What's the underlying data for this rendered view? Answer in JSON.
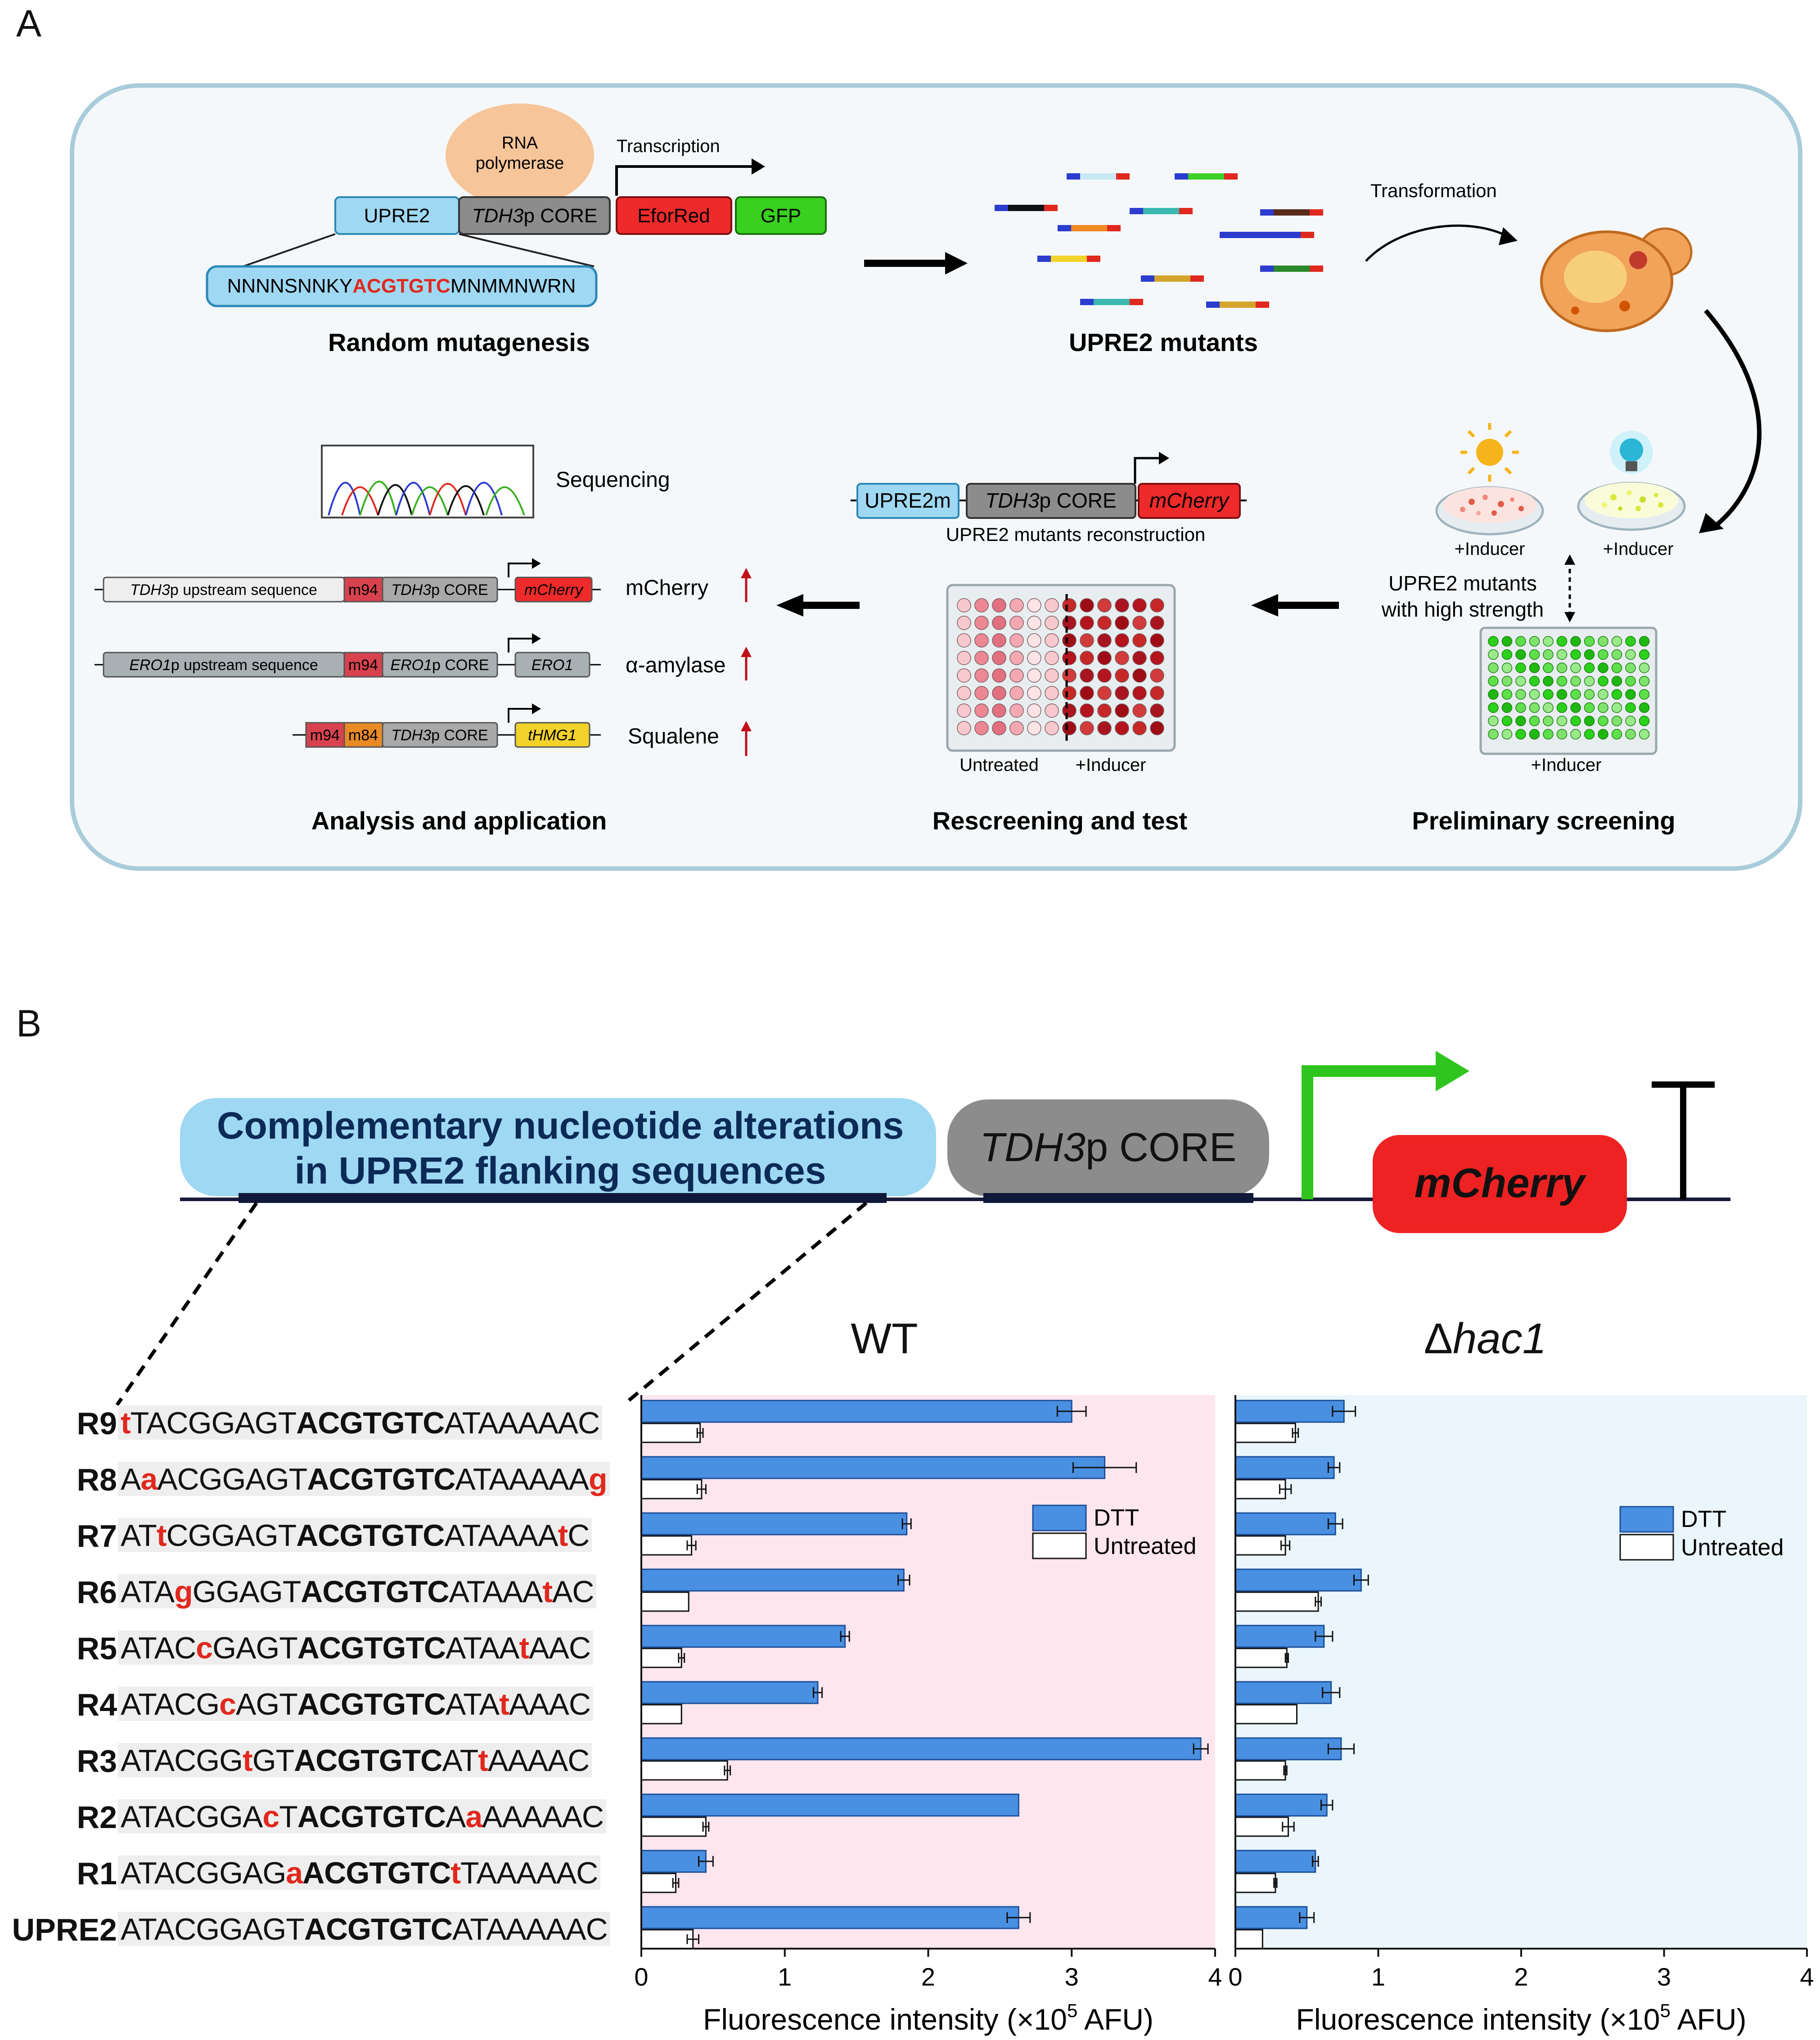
{
  "panel_a": {
    "letter": "A",
    "random_mutagenesis": {
      "rna_polymerase": [
        "RNA",
        "polymerase"
      ],
      "transcription": "Transcription",
      "upre2": "UPRE2",
      "tdh3_core_italic": "TDH3",
      "tdh3_core_rest": "p CORE",
      "efored": "EforRed",
      "gfp": "GFP",
      "seq_prefix": "NNNNSNNKY",
      "seq_core": "ACGTGTC",
      "seq_suffix": "MNMMNWRN",
      "caption": "Random mutagenesis"
    },
    "mutants": {
      "caption": "UPRE2 mutants"
    },
    "transformation": "Transformation",
    "preliminary": {
      "inducer_left": "+Inducer",
      "inducer_right": "+Inducer",
      "note_line1": "UPRE2 mutants",
      "note_line2": "with high strength",
      "inducer_plate": "+Inducer",
      "caption": "Preliminary screening"
    },
    "rescreen": {
      "construct_upre2m": "UPRE2m",
      "construct_core_italic": "TDH3",
      "construct_core_rest": "p CORE",
      "construct_mcherry": "mCherry",
      "construct_caption": "UPRE2 mutants reconstruction",
      "untreated": "Untreated",
      "inducer": "+Inducer",
      "caption": "Rescreening and test"
    },
    "analysis": {
      "sequencing": "Sequencing",
      "row1_upstream_italic": "TDH3",
      "row1_upstream_rest": "p upstream sequence",
      "row1_m94": "m94",
      "row1_core_italic": "TDH3",
      "row1_core_rest": "p CORE",
      "row1_gene": "mCherry",
      "row1_label": "mCherry",
      "row2_upstream_italic": "ERO1",
      "row2_upstream_rest": "p upstream sequence",
      "row2_m94": "m94",
      "row2_core_italic": "ERO1",
      "row2_core_rest": "p CORE",
      "row2_gene": "ERO1",
      "row2_label": "α-amylase",
      "row3_m94": "m94",
      "row3_m84": "m84",
      "row3_core_italic": "TDH3",
      "row3_core_rest": "p CORE",
      "row3_gene": "tHMG1",
      "row3_label": "Squalene",
      "caption": "Analysis and application"
    },
    "colors": {
      "frame_fill": "#f5f8fa",
      "frame_stroke": "#a9ccda",
      "upre2": "#9fd8f2",
      "core": "#8c8c8c",
      "red": "#ee2a2a",
      "green": "#39d11f",
      "polymerase": "#f7c59a",
      "m94": "#d8424f",
      "m84": "#e98a25",
      "thmg1": "#f2d22b"
    }
  },
  "panel_b": {
    "letter": "B",
    "construct": {
      "flank_line1": "Complementary nucleotide alterations",
      "flank_line2": "in UPRE2 flanking sequences",
      "core_italic": "TDH3",
      "core_rest": "p CORE",
      "reporter": "mCherry"
    },
    "sequences": [
      {
        "label": "R9",
        "parts": [
          [
            "t",
            1
          ],
          [
            "TACGGAGT",
            0
          ],
          [
            "ACGTGTC",
            2
          ],
          [
            "ATAAAAAC",
            0
          ]
        ]
      },
      {
        "label": "R8",
        "parts": [
          [
            "A",
            0
          ],
          [
            "a",
            1
          ],
          [
            "ACGGAGT",
            0
          ],
          [
            "ACGTGTC",
            2
          ],
          [
            "ATAAAAA",
            0
          ],
          [
            "g",
            1
          ]
        ]
      },
      {
        "label": "R7",
        "parts": [
          [
            "AT",
            0
          ],
          [
            "t",
            1
          ],
          [
            "CGGAGT",
            0
          ],
          [
            "ACGTGTC",
            2
          ],
          [
            "ATAAAA",
            0
          ],
          [
            "t",
            1
          ],
          [
            "C",
            0
          ]
        ]
      },
      {
        "label": "R6",
        "parts": [
          [
            "ATA",
            0
          ],
          [
            "g",
            1
          ],
          [
            "GGAGT",
            0
          ],
          [
            "ACGTGTC",
            2
          ],
          [
            "ATAAA",
            0
          ],
          [
            "t",
            1
          ],
          [
            "AC",
            0
          ]
        ]
      },
      {
        "label": "R5",
        "parts": [
          [
            "ATAC",
            0
          ],
          [
            "c",
            1
          ],
          [
            "GAGT",
            0
          ],
          [
            "ACGTGTC",
            2
          ],
          [
            "ATAA",
            0
          ],
          [
            "t",
            1
          ],
          [
            "AAC",
            0
          ]
        ]
      },
      {
        "label": "R4",
        "parts": [
          [
            "ATACG",
            0
          ],
          [
            "c",
            1
          ],
          [
            "AGT",
            0
          ],
          [
            "ACGTGTC",
            2
          ],
          [
            "ATA",
            0
          ],
          [
            "t",
            1
          ],
          [
            "AAAC",
            0
          ]
        ]
      },
      {
        "label": "R3",
        "parts": [
          [
            "ATACGG",
            0
          ],
          [
            "t",
            1
          ],
          [
            "GT",
            0
          ],
          [
            "ACGTGTC",
            2
          ],
          [
            "AT",
            0
          ],
          [
            "t",
            1
          ],
          [
            "AAAAC",
            0
          ]
        ]
      },
      {
        "label": "R2",
        "parts": [
          [
            "ATACGGA",
            0
          ],
          [
            "c",
            1
          ],
          [
            "T",
            0
          ],
          [
            "ACGTGTC",
            2
          ],
          [
            "A",
            0
          ],
          [
            "a",
            1
          ],
          [
            "AAAAAC",
            0
          ]
        ]
      },
      {
        "label": "R1",
        "parts": [
          [
            "ATACGGAG",
            0
          ],
          [
            "a",
            1
          ],
          [
            "ACGTGTC",
            2
          ],
          [
            "t",
            1
          ],
          [
            "TAAAAAC",
            0
          ]
        ]
      },
      {
        "label": "UPRE2",
        "parts": [
          [
            "ATACGGAGT",
            0
          ],
          [
            "ACGTGTC",
            2
          ],
          [
            "ATAAAAAC",
            0
          ]
        ]
      }
    ],
    "colors": {
      "dtt": "#4a90e2",
      "untreated": "#ffffff",
      "wt_bg": "#fde6ee",
      "hac_bg": "#eaf6fb",
      "mut": "#e0281e"
    }
  },
  "chart_data": [
    {
      "type": "bar",
      "title": "WT",
      "xlabel": "Fluorescence intensity (×10⁵ AFU)",
      "xlabel_main": "Fluorescence intensity (×10",
      "xlabel_sup": "5",
      "xlabel_tail": " AFU)",
      "xlim": [
        0,
        4
      ],
      "ticks": [
        "0",
        "1",
        "2",
        "3",
        "4"
      ],
      "categories": [
        "R9",
        "R8",
        "R7",
        "R6",
        "R5",
        "R4",
        "R3",
        "R2",
        "R1",
        "UPRE2"
      ],
      "series": [
        {
          "name": "DTT",
          "values": [
            3.0,
            3.23,
            1.85,
            1.83,
            1.42,
            1.23,
            3.9,
            2.63,
            0.45,
            2.63
          ],
          "errors": [
            0.1,
            0.22,
            0.03,
            0.04,
            0.03,
            0.03,
            0.05,
            0,
            0.05,
            0.08
          ]
        },
        {
          "name": "Untreated",
          "values": [
            0.41,
            0.42,
            0.35,
            0.33,
            0.28,
            0.28,
            0.6,
            0.45,
            0.24,
            0.36
          ],
          "errors": [
            0.02,
            0.03,
            0.03,
            0,
            0.02,
            0,
            0.02,
            0.02,
            0.02,
            0.04
          ]
        }
      ],
      "legend": "right"
    },
    {
      "type": "bar",
      "title": "Δhac1",
      "title_delta": "Δ",
      "title_italic": "hac1",
      "xlabel": "Fluorescence intensity (×10⁵ AFU)",
      "xlabel_main": "Fluorescence intensity (×10",
      "xlabel_sup": "5",
      "xlabel_tail": " AFU)",
      "xlim": [
        0,
        4
      ],
      "ticks": [
        "0",
        "1",
        "2",
        "3",
        "4"
      ],
      "categories": [
        "R9",
        "R8",
        "R7",
        "R6",
        "R5",
        "R4",
        "R3",
        "R2",
        "R1",
        "UPRE2"
      ],
      "series": [
        {
          "name": "DTT",
          "values": [
            0.76,
            0.69,
            0.7,
            0.88,
            0.62,
            0.67,
            0.74,
            0.64,
            0.56,
            0.5
          ],
          "errors": [
            0.08,
            0.04,
            0.05,
            0.05,
            0.06,
            0.06,
            0.09,
            0.04,
            0.02,
            0.05
          ]
        },
        {
          "name": "Untreated",
          "values": [
            0.42,
            0.35,
            0.35,
            0.58,
            0.36,
            0.43,
            0.35,
            0.37,
            0.28,
            0.19
          ],
          "errors": [
            0.02,
            0.04,
            0.03,
            0.02,
            0.01,
            0,
            0.01,
            0.04,
            0.01,
            0
          ]
        }
      ],
      "legend": "right"
    }
  ]
}
